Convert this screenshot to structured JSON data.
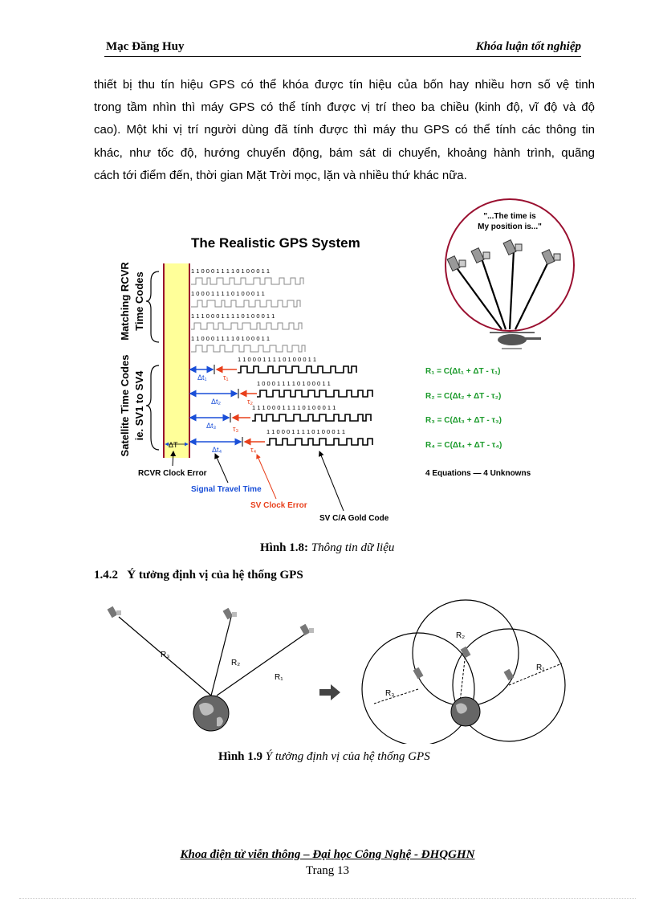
{
  "header": {
    "author": "Mạc Đăng Huy",
    "doc_type": "Khóa  luận tốt nghiệp"
  },
  "body": {
    "lines": [
      "thiết bị thu tín hiệu GPS có thể khóa được tín hiệu của bốn hay nhiều hơn số vệ tinh",
      "trong tầm nhìn thì máy GPS có thể tính được vị trí theo ba chiều (kinh độ, vĩ độ và độ",
      "cao). Một khi vị trí người dùng đã tính được thì máy thu GPS có thể tính các thông tin",
      "khác, như tốc độ, hướng chuyển động, bám sát di chuyển, khoảng hành trình, quãng",
      "cách tới điểm đến, thời gian Mặt Trời mọc, lặn và nhiều thứ khác nữa."
    ]
  },
  "figure1": {
    "title": "The Realistic GPS System",
    "label_matching": "Matching RCVR",
    "label_timecodes": "Time Codes",
    "label_satellite": "Satellite Time Codes",
    "label_sv": "ie.  SV1 to SV4",
    "label_delta_t": "ΔT",
    "bits": [
      "1 1 0 0 0 1 1 1 1 0 1 0 0 0 1 1",
      "1 0 0 0 1 1 1 1 0 1 0 0 0 1 1",
      "1 1 1 0 0 0 1 1 1 1 0 1 0 0 0 1 1",
      "1 1 0 0 0 1 1 1 1 0 1 0 0 0 1 1"
    ],
    "dt_labels": [
      "Δt₁",
      "Δt₂",
      "Δt₃",
      "Δt₄"
    ],
    "tau_labels": [
      "τ₁",
      "τ₂",
      "τ₃",
      "τ₄"
    ],
    "equations": [
      "R₁ = C(Δt₁ + ΔT - τ₁)",
      "R₂ = C(Δt₂ + ΔT - τ₂)",
      "R₃ = C(Δt₃ + ΔT - τ₃)",
      "R₄ = C(Δt₄ + ΔT - τ₄)"
    ],
    "eq_summary": "4 Equations — 4 Unknowns",
    "quote_line1": "\"...The time is",
    "quote_line2": "My position is...\"",
    "rcvr_clock": "RCVR Clock Error",
    "signal_travel": "Signal Travel Time",
    "sv_clock": "SV Clock Error",
    "gold_code": "SV C/A Gold Code",
    "colors": {
      "yellow": "#ffff99",
      "blue": "#1a4fd8",
      "red": "#e8401c",
      "green": "#1a9a2a",
      "maroon": "#9a1030"
    }
  },
  "caption1": {
    "label": "Hình 1.8:",
    "text": "Thông tin dữ liệu"
  },
  "section": {
    "number": "1.4.2",
    "title": "Ý tưởng định vị của hệ thống GPS"
  },
  "figure2": {
    "r1": "R₁",
    "r2": "R₂",
    "r3": "R₃"
  },
  "caption2": {
    "label": "Hình 1.9",
    "text": "Ý tưởng định vị của hệ thống GPS"
  },
  "footer": {
    "department": "Khoa  điện tử viễn thông – Đại học Công Nghệ - ĐHQGHN",
    "page": "Trang  13"
  }
}
